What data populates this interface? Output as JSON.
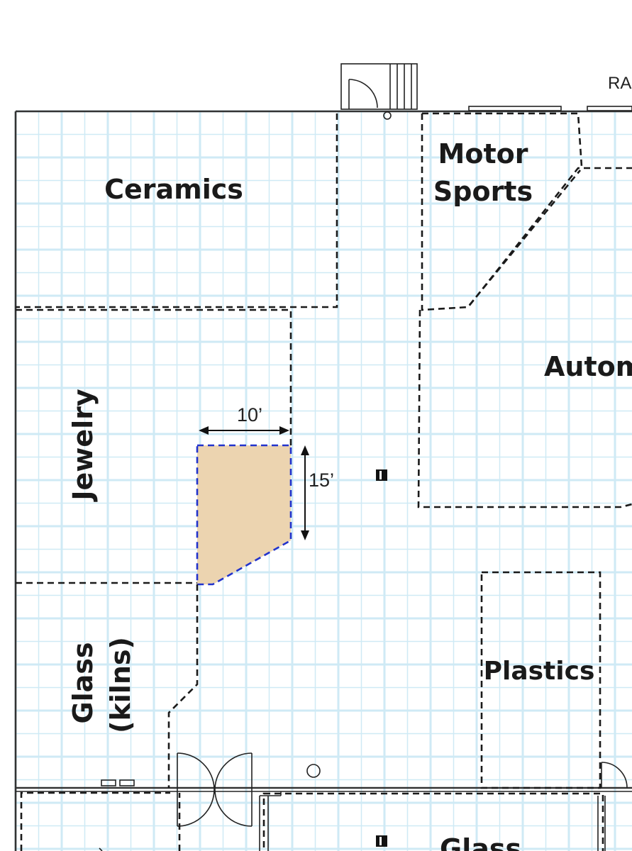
{
  "labels": {
    "ceramics": "Ceramics",
    "motor_sports_line1": "Motor",
    "motor_sports_line2": "Sports",
    "automotive_partial": "Autom",
    "jewelry": "Jewelry",
    "glass_line1": "Glass",
    "glass_line2": "(kilns)",
    "plastics": "Plastics",
    "bottom_glass_partial": "Glass",
    "ra_partial": "RA"
  },
  "dimensions": {
    "width_label": "10’",
    "height_label": "15’"
  },
  "colors": {
    "grid": "#cfeaf5",
    "highlight_fill": "#ecd4b0",
    "highlight_stroke": "#2233cc",
    "walls": "#333333"
  }
}
